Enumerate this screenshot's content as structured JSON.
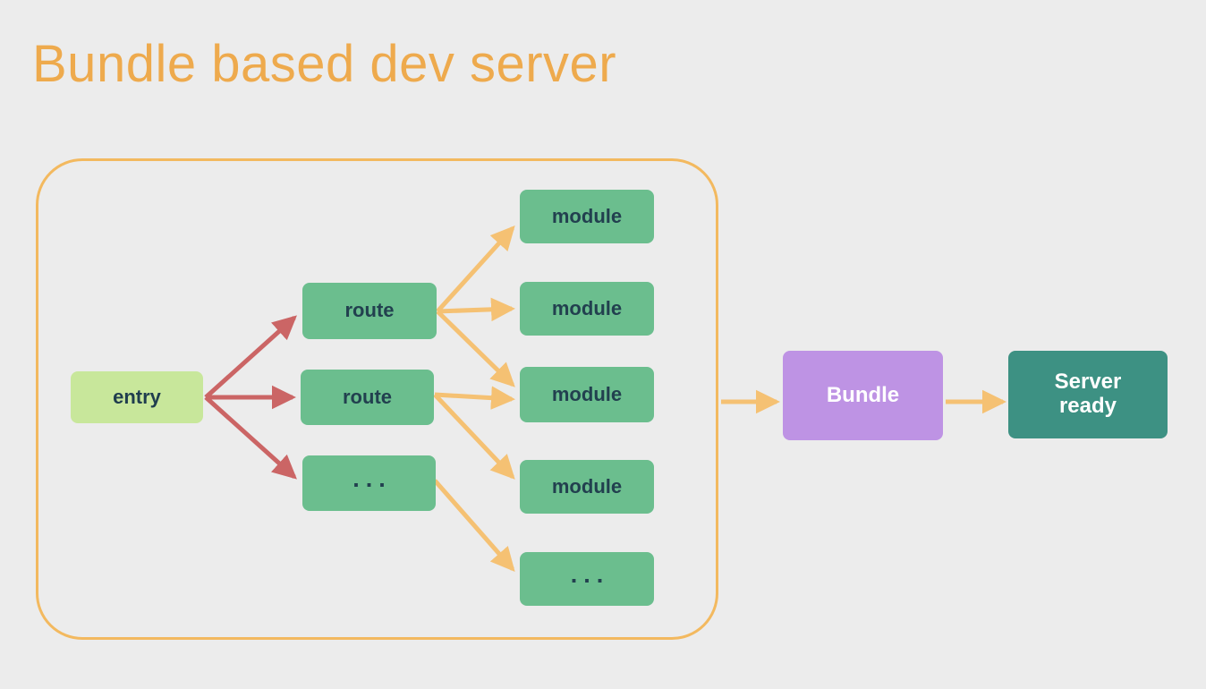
{
  "title": "Bundle based dev server",
  "colors": {
    "background": "#ececec",
    "title": "#eeaa4d",
    "group_border": "#f3b95f",
    "entry_fill": "#c8e79b",
    "node_fill": "#6bbe8e",
    "bundle_fill": "#be93e4",
    "server_fill": "#3d9183",
    "arrow_red": "#cb6565",
    "arrow_orange": "#f5c173",
    "node_text": "#22404f",
    "light_text": "#ffffff"
  },
  "group": {
    "label": "bundling-group"
  },
  "nodes": [
    {
      "id": "entry",
      "label": "entry",
      "kind": "entry"
    },
    {
      "id": "route1",
      "label": "route",
      "kind": "green"
    },
    {
      "id": "route2",
      "label": "route",
      "kind": "green"
    },
    {
      "id": "route3",
      "label": "...",
      "kind": "green",
      "dots": true
    },
    {
      "id": "module1",
      "label": "module",
      "kind": "green"
    },
    {
      "id": "module2",
      "label": "module",
      "kind": "green"
    },
    {
      "id": "module3",
      "label": "module",
      "kind": "green"
    },
    {
      "id": "module4",
      "label": "module",
      "kind": "green"
    },
    {
      "id": "module5",
      "label": "...",
      "kind": "green",
      "dots": true
    },
    {
      "id": "bundle",
      "label": "Bundle",
      "kind": "bundle"
    },
    {
      "id": "server",
      "label": "Server ready",
      "kind": "serverready"
    }
  ],
  "edges": [
    {
      "from": "entry",
      "to": "route1",
      "color": "red"
    },
    {
      "from": "entry",
      "to": "route2",
      "color": "red"
    },
    {
      "from": "entry",
      "to": "route3",
      "color": "red"
    },
    {
      "from": "route1",
      "to": "module1",
      "color": "orange"
    },
    {
      "from": "route1",
      "to": "module2",
      "color": "orange"
    },
    {
      "from": "route1",
      "to": "module3",
      "color": "orange"
    },
    {
      "from": "route2",
      "to": "module3",
      "color": "orange"
    },
    {
      "from": "route2",
      "to": "module4",
      "color": "orange"
    },
    {
      "from": "route3",
      "to": "module5",
      "color": "orange"
    },
    {
      "from": "group",
      "to": "bundle",
      "color": "orange"
    },
    {
      "from": "bundle",
      "to": "server",
      "color": "orange"
    }
  ]
}
